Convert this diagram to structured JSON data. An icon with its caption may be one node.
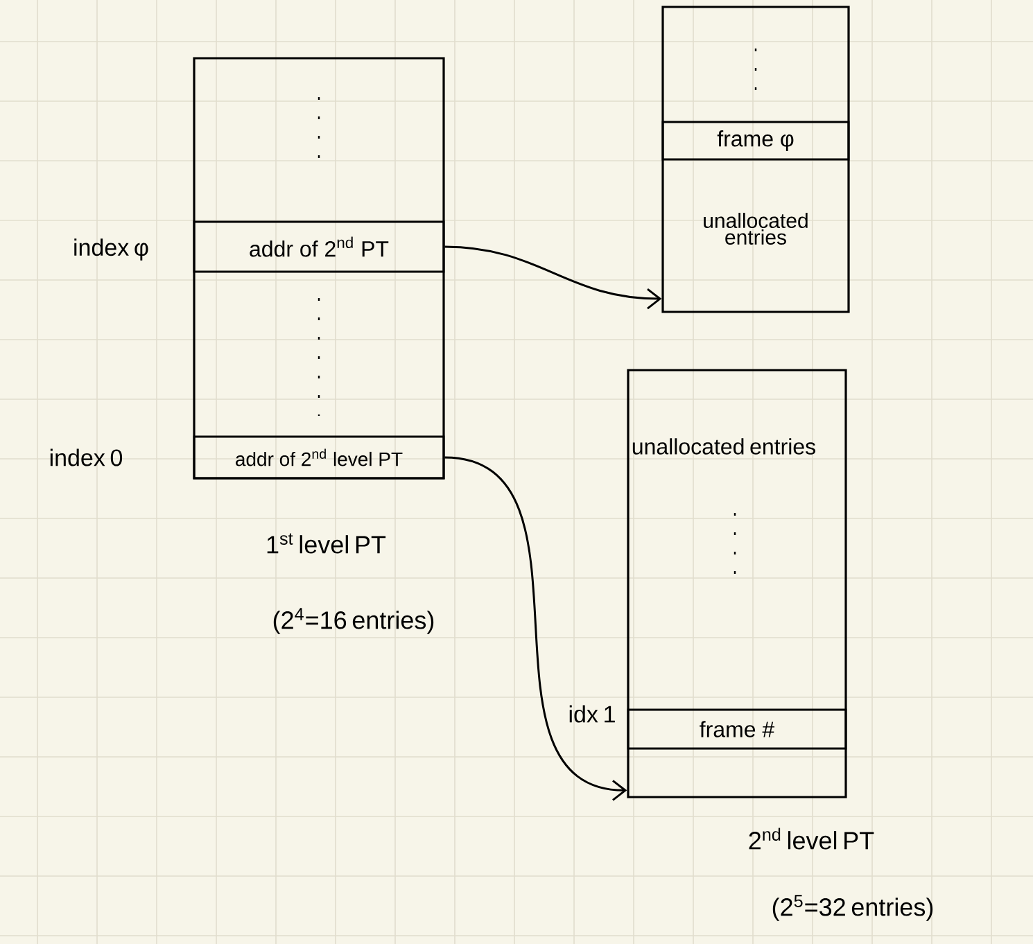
{
  "diagram": {
    "nodes": [
      {
        "text": [
          "1$^{st}$ level PT",
          "(2$^{4}$=16 entries)"
        ]
      },
      {
        "text": [
          "addr of 2$^{nd}$ PT"
        ],
        "in": 0,
        "beside": [
          "index φ"
        ]
      },
      {
        "text": [
          "addr of 2$^{nd}$ level PT"
        ],
        "in": 0,
        "beside": [
          "index 0"
        ]
      },
      {
        "text": [
          "unallocated entries"
        ]
      },
      {
        "text": [
          "frame φ"
        ],
        "in": 3
      },
      {
        "text": [
          "unallocated entries",
          "2$^{nd}$ level PT",
          "(2$^{5}$=32 entries)"
        ]
      },
      {
        "text": [
          "frame #"
        ],
        "in": 5,
        "beside": [
          "idx 1"
        ]
      }
    ],
    "edges": [
      {
        "from": 1,
        "to": 3,
        "arrow": "to"
      },
      {
        "from": 2,
        "to": 5,
        "arrow": "to"
      }
    ]
  }
}
